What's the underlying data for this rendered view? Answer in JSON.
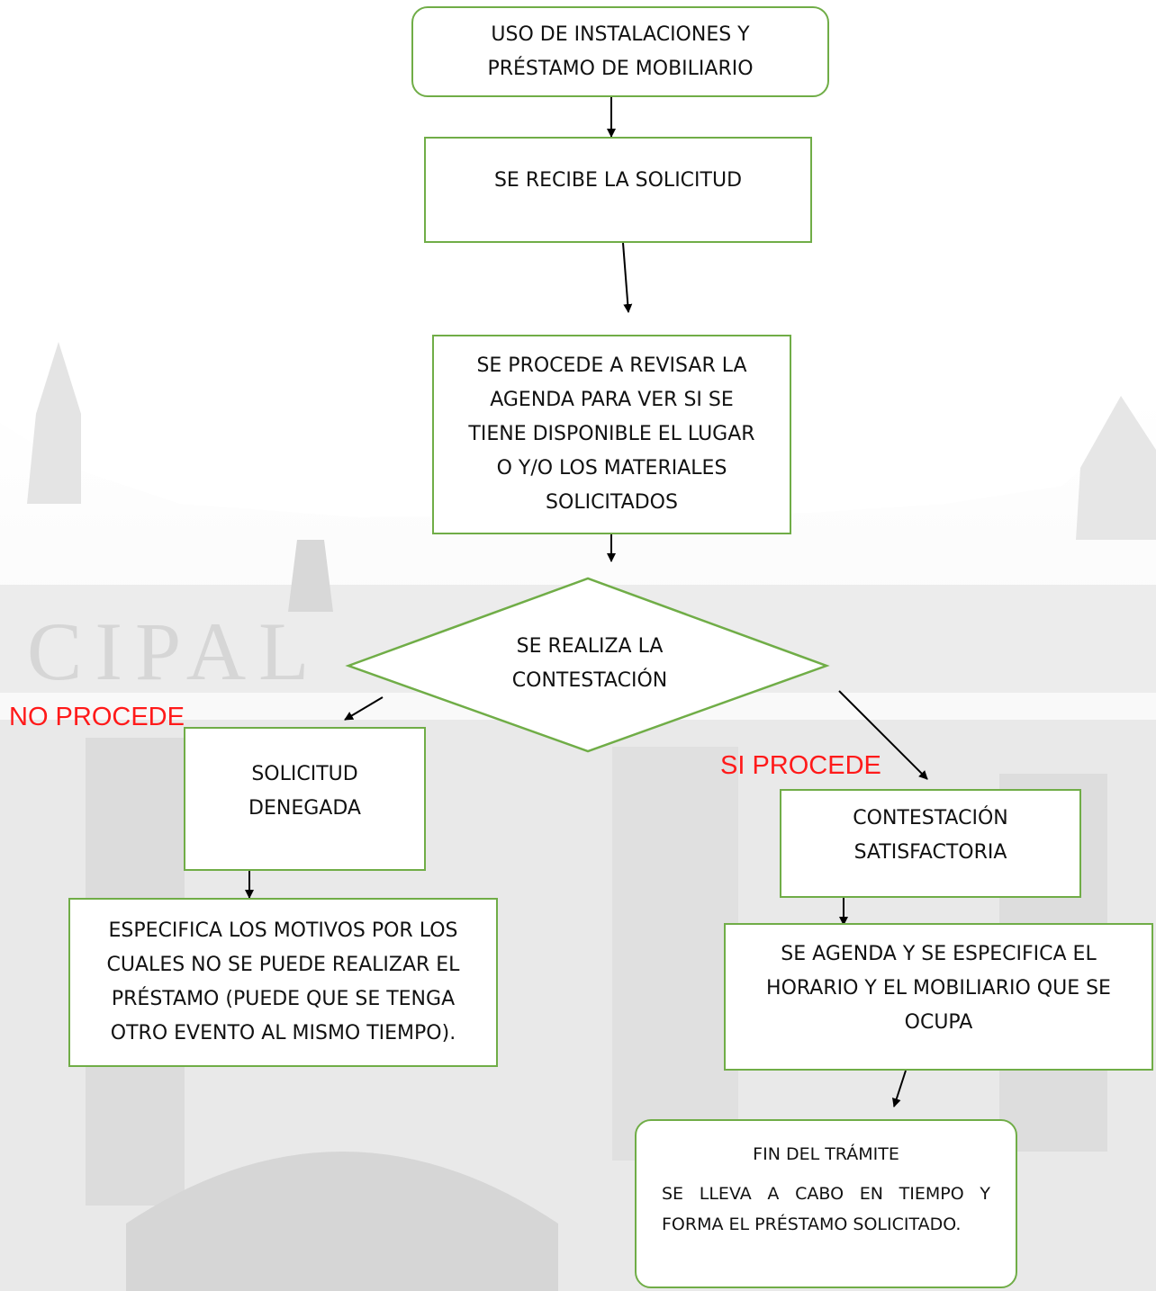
{
  "colors": {
    "node_border": "#70ad47",
    "label_red": "#ff1a1a",
    "text": "#111111",
    "arrow": "#000000",
    "background_watermark": "#d9d9d9"
  },
  "nodes": {
    "start": "USO DE INSTALACIONES Y\nPRÉSTAMO DE MOBILIARIO",
    "receive": "SE RECIBE LA SOLICITUD",
    "review": "SE PROCEDE A REVISAR LA\nAGENDA PARA VER SI SE\nTIENE DISPONIBLE EL LUGAR\nO Y/O LOS MATERIALES\nSOLICITADOS",
    "decision": "SE REALIZA LA\nCONTESTACIÓN",
    "denied": "SOLICITUD\nDENEGADA",
    "reasons": "ESPECIFICA LOS MOTIVOS POR LOS\nCUALES NO SE PUEDE REALIZAR EL\nPRÉSTAMO (PUEDE QUE SE TENGA\nOTRO EVENTO AL MISMO TIEMPO).",
    "satisfactory": "CONTESTACIÓN\nSATISFACTORIA",
    "schedule": "SE AGENDA Y SE ESPECIFICA EL\nHORARIO Y EL MOBILIARIO QUE SE\nOCUPA",
    "end_title": "FIN DEL TRÁMITE",
    "end_body": "SE LLEVA A CABO EN TIEMPO Y FORMA EL PRÉSTAMO SOLICITADO."
  },
  "labels": {
    "no": "NO PROCEDE",
    "yes": "SI PROCEDE"
  },
  "watermark_text": "CIPAL"
}
